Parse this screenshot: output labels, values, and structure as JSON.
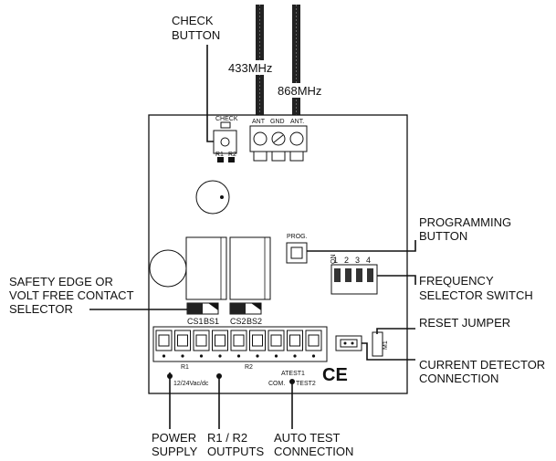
{
  "labels": {
    "check_button": [
      "CHECK",
      "BUTTON"
    ],
    "antenna_433": "433MHz",
    "antenna_868": "868MHz",
    "programming_button": [
      "PROGRAMMING",
      "BUTTON"
    ],
    "frequency_selector": [
      "FREQUENCY",
      "SELECTOR SWITCH"
    ],
    "safety_edge": [
      "SAFETY EDGE OR",
      "VOLT FREE CONTACT",
      "SELECTOR"
    ],
    "reset_jumper": "RESET JUMPER",
    "current_detector": [
      "CURRENT DETECTOR",
      "CONNECTION"
    ],
    "power_supply": [
      "POWER",
      "SUPPLY"
    ],
    "outputs": [
      "R1 / R2",
      "OUTPUTS"
    ],
    "auto_test": [
      "AUTO TEST",
      "CONNECTION"
    ]
  },
  "board": {
    "check_small": "CHECK",
    "r1_r2": [
      "R1",
      "R2"
    ],
    "ant_gnd_ant": [
      "ANT",
      "GND",
      "ANT."
    ],
    "prog": "PROG.",
    "dip_numbers": [
      "1",
      "2",
      "3",
      "4"
    ],
    "dip_on": "ON",
    "selectors": [
      "CS1",
      "BS1",
      "CS2",
      "BS2"
    ],
    "terminal_r1": "R1",
    "terminal_r2": "R2",
    "power_marking": "12/24Vac/dc",
    "com": "COM.",
    "atest1": "ATEST1",
    "test2": "TEST2",
    "ce_mark": "CE",
    "jumper_tag": "M1"
  }
}
